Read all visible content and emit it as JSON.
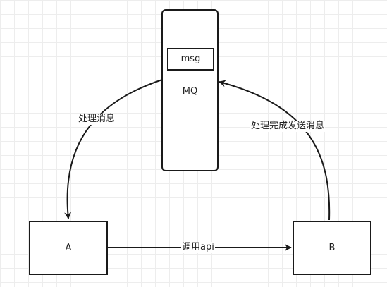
{
  "nodes": {
    "mq": {
      "label": "MQ",
      "inner_label": "msg"
    },
    "a": {
      "label": "A"
    },
    "b": {
      "label": "B"
    }
  },
  "edges": {
    "mq_to_a": {
      "label": "处理消息"
    },
    "b_to_mq": {
      "label": "处理完成发送消息"
    },
    "a_to_b": {
      "label": "调用api"
    }
  },
  "colors": {
    "stroke": "#1a1a1a",
    "grid": "#ededed",
    "text": "#222222"
  }
}
